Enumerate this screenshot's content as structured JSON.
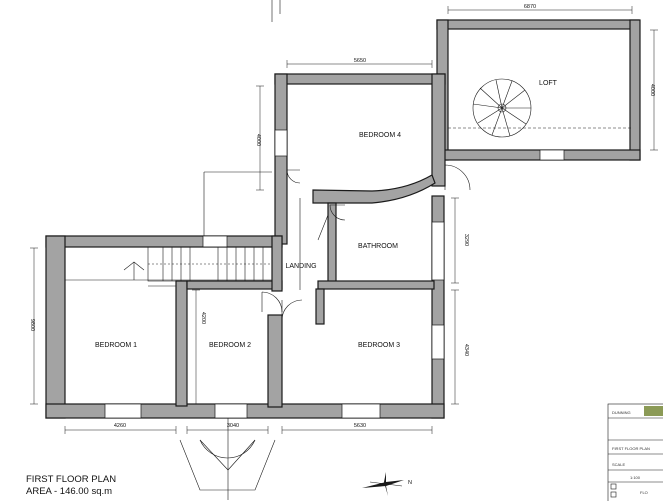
{
  "plan": {
    "title": "FIRST FLOOR PLAN",
    "area": "AREA - 146.00 sq.m"
  },
  "rooms": {
    "loft": "LOFT",
    "bedroom4": "BEDROOM 4",
    "bathroom": "BATHROOM",
    "landing": "LANDING",
    "bedroom1": "BEDROOM 1",
    "bedroom2": "BEDROOM 2",
    "bedroom3": "BEDROOM 3"
  },
  "dimensions": {
    "loft_width": "6870",
    "loft_depth": "4000",
    "bedroom4_width": "5650",
    "bedroom4_depth": "4000",
    "bathroom_depth": "3290",
    "bedroom1_depth": "9800",
    "bedroom2_depth": "4200",
    "bedroom3_depth": "4340",
    "bedroom1_width": "4260",
    "bedroom2_width": "3040",
    "bedroom3_width": "5630"
  },
  "north_label": "N",
  "title_block": {
    "lines": [
      "DUNNING",
      "FIRST FLOOR PLAN",
      "SCALE",
      "1:100",
      "FLO"
    ]
  }
}
